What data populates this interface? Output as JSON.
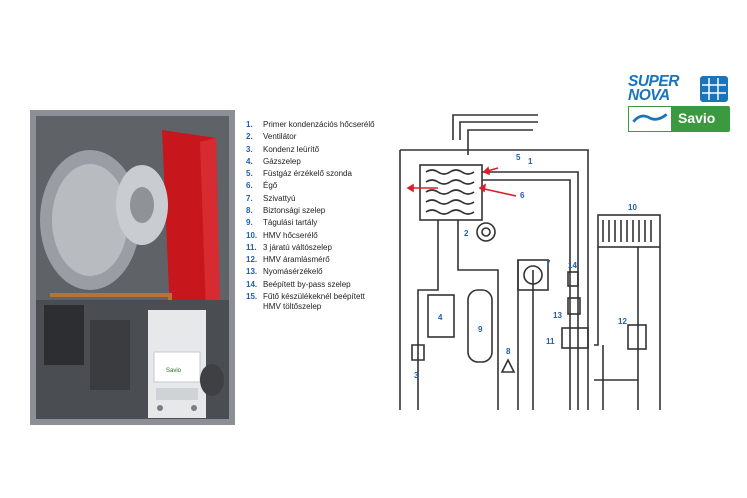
{
  "legend": [
    {
      "num": "1.",
      "label": "Primer kondenzációs hőcserélő"
    },
    {
      "num": "2.",
      "label": "Ventilátor"
    },
    {
      "num": "3.",
      "label": "Kondenz leürítő"
    },
    {
      "num": "4.",
      "label": "Gázszelep"
    },
    {
      "num": "5.",
      "label": "Füstgáz érzékelő szonda"
    },
    {
      "num": "6.",
      "label": "Égő"
    },
    {
      "num": "7.",
      "label": "Szivattyú"
    },
    {
      "num": "8.",
      "label": "Biztonsági szelep"
    },
    {
      "num": "9.",
      "label": "Tágulási tartály"
    },
    {
      "num": "10.",
      "label": "HMV hőcserélő"
    },
    {
      "num": "11.",
      "label": "3 járatú váltószelep"
    },
    {
      "num": "12.",
      "label": "HMV áramlásmérő"
    },
    {
      "num": "13.",
      "label": "Nyomásérzékelő"
    },
    {
      "num": "14.",
      "label": "Beépített by-pass szelep"
    },
    {
      "num": "15.",
      "label": "Fűtő készülékeknél beépített\nHMV töltőszelep"
    }
  ],
  "schematic_labels": [
    "1",
    "2",
    "3",
    "4",
    "5",
    "6",
    "7",
    "8",
    "9",
    "10",
    "11",
    "12",
    "13",
    "14"
  ],
  "logo": {
    "line1": "SUPER",
    "line2": "NOVA",
    "brand": "Savio"
  },
  "photo_panel": {
    "brand": "Savio"
  },
  "colors": {
    "accent_blue": "#1f5fae",
    "brand_green": "#3b9a3f",
    "tank_red": "#c8161d",
    "arrow_red": "#d8202a"
  }
}
